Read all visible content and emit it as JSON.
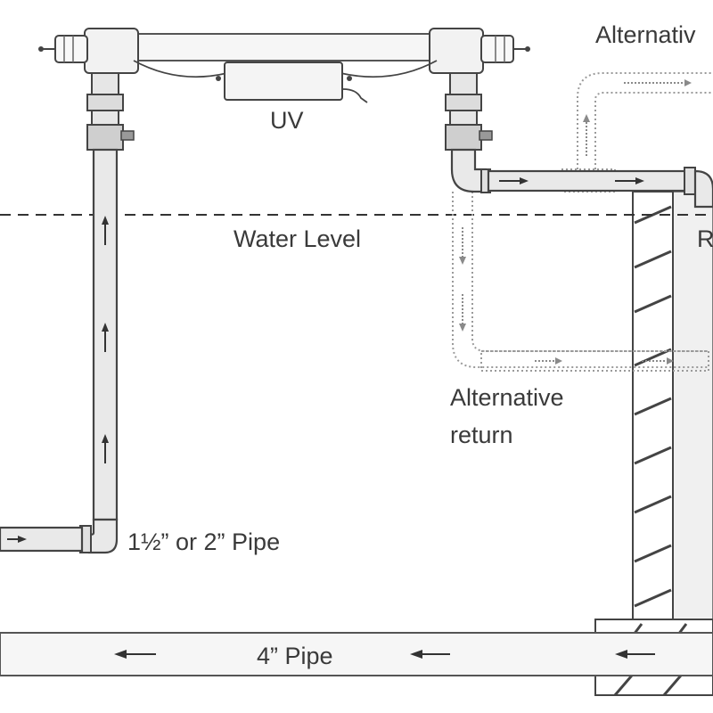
{
  "labels": {
    "uv": "UV",
    "water_level": "Water Level",
    "alt_top": "Alternativ",
    "alt_return_1": "Alternative",
    "alt_return_2": "return",
    "right_cut": "R",
    "small_pipe": "1½” or 2” Pipe",
    "big_pipe": "4” Pipe"
  },
  "colors": {
    "line": "#444444",
    "pipe_fill": "#e9e9e9",
    "dotted": "#9a9a9a",
    "text": "#3a3a3a"
  }
}
